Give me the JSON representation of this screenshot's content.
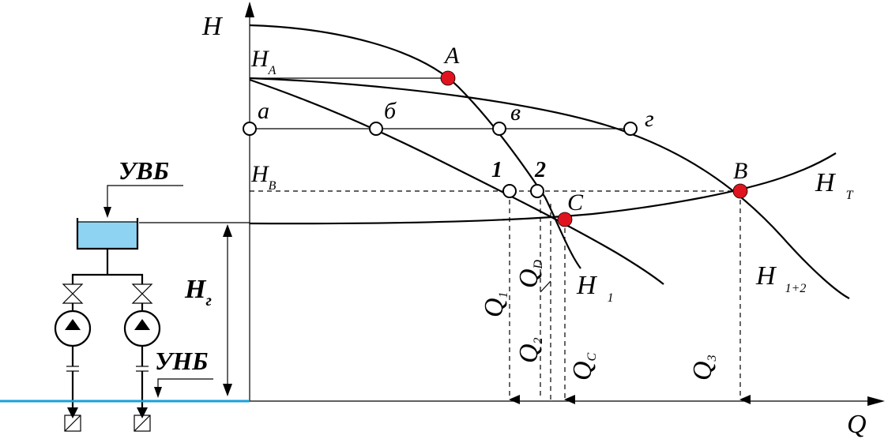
{
  "axes": {
    "x_label": "Q",
    "y_label": "H"
  },
  "levels": {
    "HA": {
      "main": "H",
      "sub": "A"
    },
    "HB": {
      "main": "H",
      "sub": "B"
    },
    "Hg": {
      "main": "H",
      "sub": "г"
    }
  },
  "points": {
    "A": "A",
    "B": "B",
    "C": "C",
    "a": "a",
    "b": "б",
    "v": "в",
    "g": "г",
    "p1": "1",
    "p2": "2"
  },
  "curves": {
    "HT": {
      "main": "H",
      "sub": "T"
    },
    "H1": {
      "main": "H",
      "sub": "1"
    },
    "H12": {
      "main": "H",
      "sub": "1+2"
    }
  },
  "flows": {
    "Q1": {
      "main": "Q",
      "sub": "1"
    },
    "QD": {
      "main": "Q",
      "sub": "D"
    },
    "Q2": {
      "main": "Q",
      "sub": "2"
    },
    "QC": {
      "main": "Q",
      "sub": "C"
    },
    "Q3": {
      "main": "Q",
      "sub": "3"
    }
  },
  "reservoirs": {
    "upper": "УВБ",
    "lower": "УНБ"
  },
  "colors": {
    "operating_point": "#e0141e",
    "tank_water": "#8fd3f2",
    "lower_water": "#1aa0d8"
  }
}
